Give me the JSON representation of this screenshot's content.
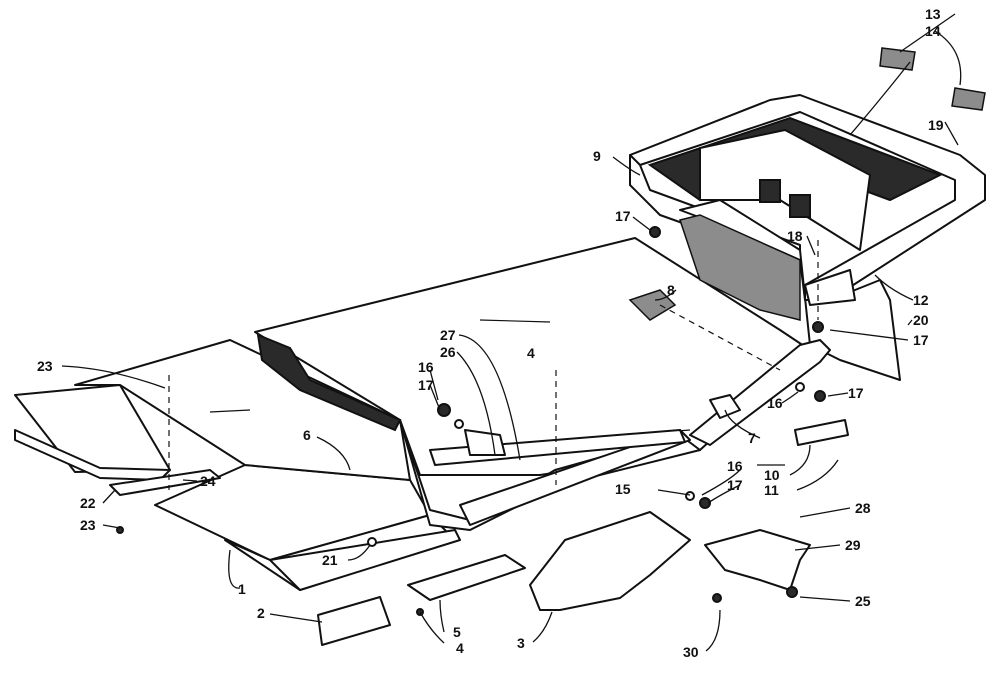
{
  "callouts": {
    "c1": "1",
    "c2": "2",
    "c3": "3",
    "c4a": "4",
    "c4b": "4",
    "c5": "5",
    "c6": "6",
    "c7": "7",
    "c8": "8",
    "c9": "9",
    "c10": "10",
    "c11": "11",
    "c12": "12",
    "c13": "13",
    "c14": "14",
    "c15": "15",
    "c16a": "16",
    "c16b": "16",
    "c16c": "16",
    "c17a": "17",
    "c17b": "17",
    "c17c": "17",
    "c17d": "17",
    "c17e": "17",
    "c18": "18",
    "c19": "19",
    "c20": "20",
    "c21": "21",
    "c22": "22",
    "c23a": "23",
    "c23b": "23",
    "c24": "24",
    "c25": "25",
    "c26": "26",
    "c27": "27",
    "c28": "28",
    "c29": "29",
    "c30": "30"
  }
}
